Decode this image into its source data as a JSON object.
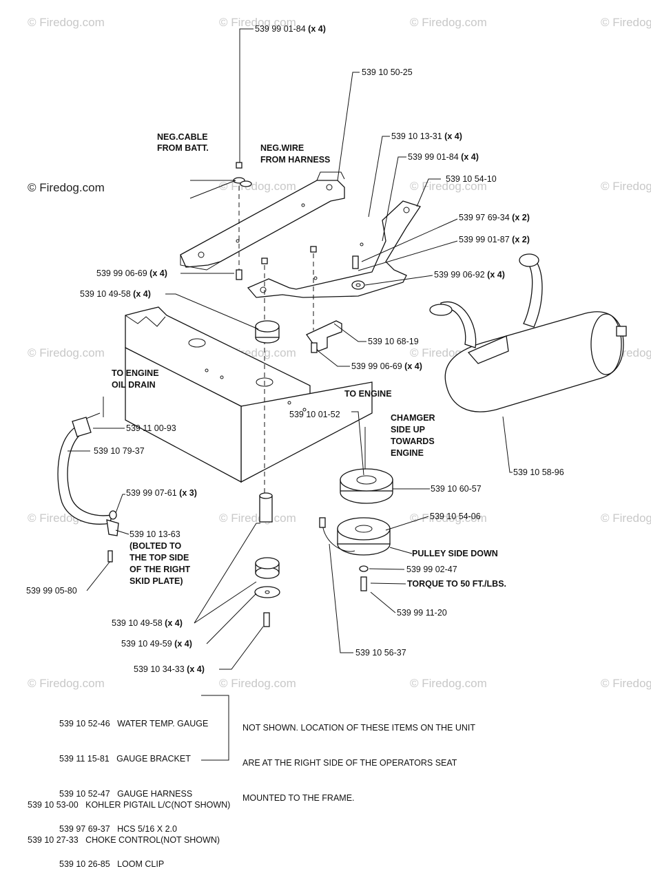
{
  "watermark": {
    "text": "© Firedog.com",
    "main": "© Firedog.com"
  },
  "labels": {
    "bolt_top": {
      "part": "539 99 01-84",
      "qty": "(x 4)"
    },
    "bracket_top": {
      "part": "539 10 50-25"
    },
    "neg_cable": {
      "line1": "NEG.CABLE",
      "line2": "FROM BATT."
    },
    "neg_wire": {
      "line1": "NEG.WIRE",
      "line2": "FROM HARNESS"
    },
    "bracket_13_31": {
      "part": "539 10 13-31",
      "qty": "(x 4)"
    },
    "bolt_01_84b": {
      "part": "539 99 01-84",
      "qty": "(x 4)"
    },
    "bracket_54_10": {
      "part": "539 10 54-10"
    },
    "hcs_69_34": {
      "part": "539 97 69-34",
      "qty": "(x 2)"
    },
    "bolt_01_87": {
      "part": "539 99 01-87",
      "qty": "(x 2)"
    },
    "nut_06_69a": {
      "part": "539 99 06-69",
      "qty": "(x 4)"
    },
    "washer_06_92": {
      "part": "539 99 06-92",
      "qty": "(x 4)"
    },
    "iso_49_58a": {
      "part": "539 10 49-58",
      "qty": "(x 4)"
    },
    "clip_68_19": {
      "part": "539 10 68-19"
    },
    "nut_06_69b": {
      "part": "539 99 06-69",
      "qty": "(x 4)"
    },
    "to_engine_drain": {
      "line1": "TO ENGINE",
      "line2": "OIL DRAIN"
    },
    "to_engine": {
      "text": "TO ENGINE"
    },
    "key_01_52": {
      "part": "539 10 01-52"
    },
    "chamger": {
      "line1": "CHAMGER",
      "line2": "SIDE UP",
      "line3": "TOWARDS",
      "line4": "ENGINE"
    },
    "fitting_00_93": {
      "part": "539 11 00-93"
    },
    "hose_79_37": {
      "part": "539 10 79-37"
    },
    "muffler_58_96": {
      "part": "539 10 58-96"
    },
    "screw_07_61": {
      "part": "539 99 07-61",
      "qty": "(x 3)"
    },
    "pulley_60_57": {
      "part": "539 10 60-57"
    },
    "clamp_13_63": {
      "part": "539 10 13-63",
      "n1": "(BOLTED TO",
      "n2": "THE TOP SIDE",
      "n3": "OF THE RIGHT",
      "n4": "SKID PLATE)"
    },
    "clutch_54_06": {
      "part": "539 10 54-06"
    },
    "pulley_side_down": {
      "text": "PULLEY SIDE DOWN"
    },
    "washer_02_47": {
      "part": "539 99 02-47"
    },
    "torque": {
      "text": "TORQUE TO 50 FT./LBS."
    },
    "bolt_05_80": {
      "part": "539 99 05-80"
    },
    "bolt_11_20": {
      "part": "539 99 11-20"
    },
    "iso_49_58b": {
      "part": "539 10 49-58",
      "qty": "(x 4)"
    },
    "washer_49_59": {
      "part": "539 10 49-59",
      "qty": "(x 4)"
    },
    "harness_56_37": {
      "part": "539 10 56-37"
    },
    "bolt_34_33": {
      "part": "539 10 34-33",
      "qty": "(x 4)"
    }
  },
  "not_shown_list": [
    {
      "part": "539 10 52-46",
      "desc": "WATER TEMP. GAUGE"
    },
    {
      "part": "539 11 15-81",
      "desc": "GAUGE BRACKET"
    },
    {
      "part": "539 10 52-47",
      "desc": "GAUGE HARNESS"
    },
    {
      "part": "539 97 69-37",
      "desc": "HCS 5/16 X 2.0"
    },
    {
      "part": "539 10 26-85",
      "desc": "LOOM CLIP"
    }
  ],
  "not_shown_note": {
    "line1": "NOT SHOWN. LOCATION OF THESE ITEMS ON THE UNIT",
    "line2": "ARE AT THE RIGHT SIDE OF THE OPERATORS SEAT",
    "line3": "MOUNTED TO THE FRAME."
  },
  "footer": [
    {
      "part": "539 10 53-00",
      "desc": "KOHLER PIGTAIL L/C(NOT SHOWN)"
    },
    {
      "part": "539 10 27-33",
      "desc": "CHOKE CONTROL(NOT SHOWN)"
    }
  ]
}
